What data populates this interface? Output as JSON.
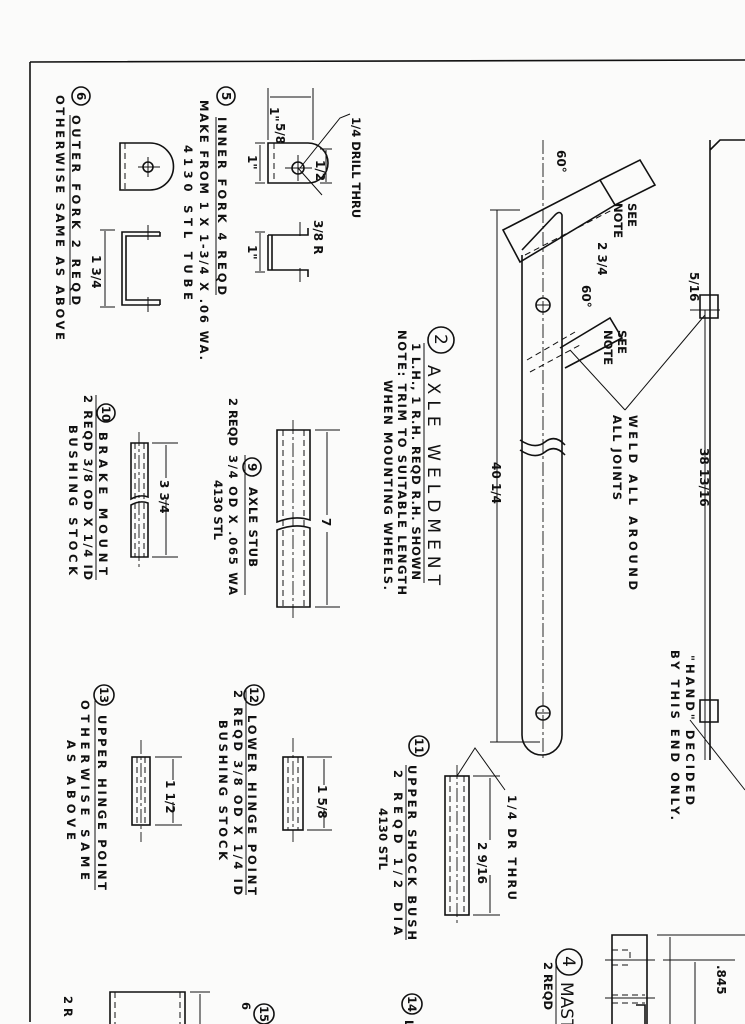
{
  "drawing": {
    "item5": {
      "number": "5",
      "title": "INNER FORK   4 REQD",
      "line2": "MAKE FROM 1 X 1-3/4 X .06 WA.",
      "line3": "4130 STL TUBE",
      "drill_note": "1/4 DRILL THRU",
      "dim_width": "1\"",
      "dim_5_8": "5/8",
      "dim_half": "1/2",
      "dim_1a": "1\"",
      "dim_1b": "1\"",
      "radius": "3/8 R"
    },
    "item6": {
      "number": "6",
      "title": "OUTER FORK   2 REQD",
      "line2": "OTHERWISE SAME AS ABOVE",
      "dim": "1 3/4"
    },
    "item2": {
      "number": "2",
      "title": "AXLE WELDMENT",
      "line1": "1 L.H., 1 R.H. REQD   R.H. SHOWN",
      "line2": "NOTE: TRIM TO SUITABLE LENGTH",
      "line3": "WHEN MOUNTING WHEELS.",
      "angle1": "60°",
      "angle2": "60°",
      "see_note1": "SEE",
      "see_note1b": "NOTE",
      "see_note2": "SEE",
      "see_note2b": "NOTE",
      "dim_2_3_4": "2 3/4",
      "dim_5_16": "5/16",
      "dim_length": "40 1/4",
      "dim_38": "38 13/16",
      "weld1": "WELD ALL AROUND",
      "weld2": "ALL JOINTS",
      "hand1": "\"HAND\" DECIDED",
      "hand2": "BY THIS END ONLY."
    },
    "item9": {
      "number": "9",
      "title": "AXLE STUB",
      "qty": "2 REQD",
      "line2": "3/4 OD X .065 WA",
      "line3": "4130 STL",
      "dim": "7"
    },
    "item10": {
      "number": "10",
      "title": "BRAKE   MOUNT",
      "line2": "2 REQD  3/8 OD X 1/4 ID",
      "line3": "BUSHING  STOCK",
      "dim": "3 3/4"
    },
    "item11": {
      "number": "11",
      "title": "UPPER SHOCK BUSH",
      "line2": "2 REQD    1/2 DIA",
      "line3": "4130 STL",
      "drill_note": "1/4 DR THRU",
      "dim": "2 9/16"
    },
    "item12": {
      "number": "12",
      "title": "LOWER HINGE POINT",
      "line2": "2 REQD  3/8 OD X 1/4 ID",
      "line3": "BUSHING  STOCK",
      "dim": "1 5/8"
    },
    "item13": {
      "number": "13",
      "title": "UPPER HINGE POINT",
      "line2": "OTHERWISE SAME",
      "line3": "AS ABOVE",
      "dim": "1 1/2"
    },
    "item4": {
      "number": "4",
      "title": "MAST",
      "line2": "2 REQD",
      "dim": ".845"
    },
    "item14": {
      "number": "14",
      "title": "LO"
    },
    "item15": {
      "number": "15",
      "line2": "6"
    },
    "bottom_fragment": "2 R"
  }
}
